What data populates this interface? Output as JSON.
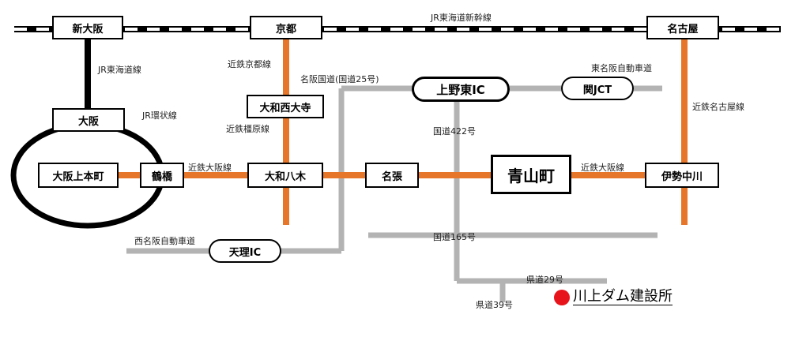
{
  "colors": {
    "kintetsu": "#e6772a",
    "road": "#b3b3b3",
    "jr": "#000000",
    "destination": "#e8141b"
  },
  "stations": {
    "shin_osaka": "新大阪",
    "kyoto": "京都",
    "nagoya": "名古屋",
    "osaka": "大阪",
    "yamato_saidaiji": "大和西大寺",
    "osaka_uehommachi": "大阪上本町",
    "tsuruhashi": "鶴橋",
    "yamato_yagi": "大和八木",
    "nabari": "名張",
    "aoyamacho": "青山町",
    "ise_nakagawa": "伊勢中川"
  },
  "interchanges": {
    "ueno_higashi": "上野東IC",
    "seki_jct": "関JCT",
    "tenri": "天理IC"
  },
  "lines": {
    "shinkansen": "JR東海道新幹線",
    "jr_tokaido": "JR東海道線",
    "jr_loop": "JR環状線",
    "kintetsu_kyoto": "近鉄京都線",
    "kintetsu_kashihara": "近鉄橿原線",
    "kintetsu_osaka_west": "近鉄大阪線",
    "kintetsu_osaka_east": "近鉄大阪線",
    "kintetsu_nagoya": "近鉄名古屋線"
  },
  "roads": {
    "meihan_kokudo": "名阪国道(国道25号)",
    "higashi_meihan": "東名阪自動車道",
    "nishi_meihan": "西名阪自動車道",
    "route_422": "国道422号",
    "route_165": "国道165号",
    "pref_29": "県道29号",
    "pref_39": "県道39号"
  },
  "destination": "川上ダム建設所"
}
